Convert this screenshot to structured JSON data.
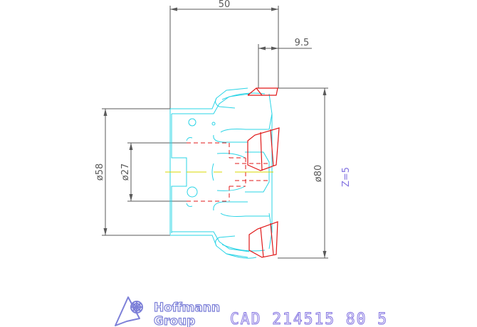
{
  "drawing": {
    "dimensions": {
      "overall_length": "50",
      "insert_offset": "9.5",
      "shank_diameter": "ø58",
      "bore_diameter": "ø27",
      "cutter_diameter": "ø80"
    },
    "teeth_count": "Z=5",
    "drawing_id": "CAD_214515_80_5",
    "brand": {
      "line1": "Hoffmann",
      "line2": "Group"
    },
    "colors": {
      "dimension": "#5a5a5a",
      "body_outline": "#2ad4e6",
      "insert": "#e01818",
      "hidden": "#e01818",
      "center": "#d8d800",
      "label": "#8070e0",
      "brand": "#7d80d8"
    }
  }
}
